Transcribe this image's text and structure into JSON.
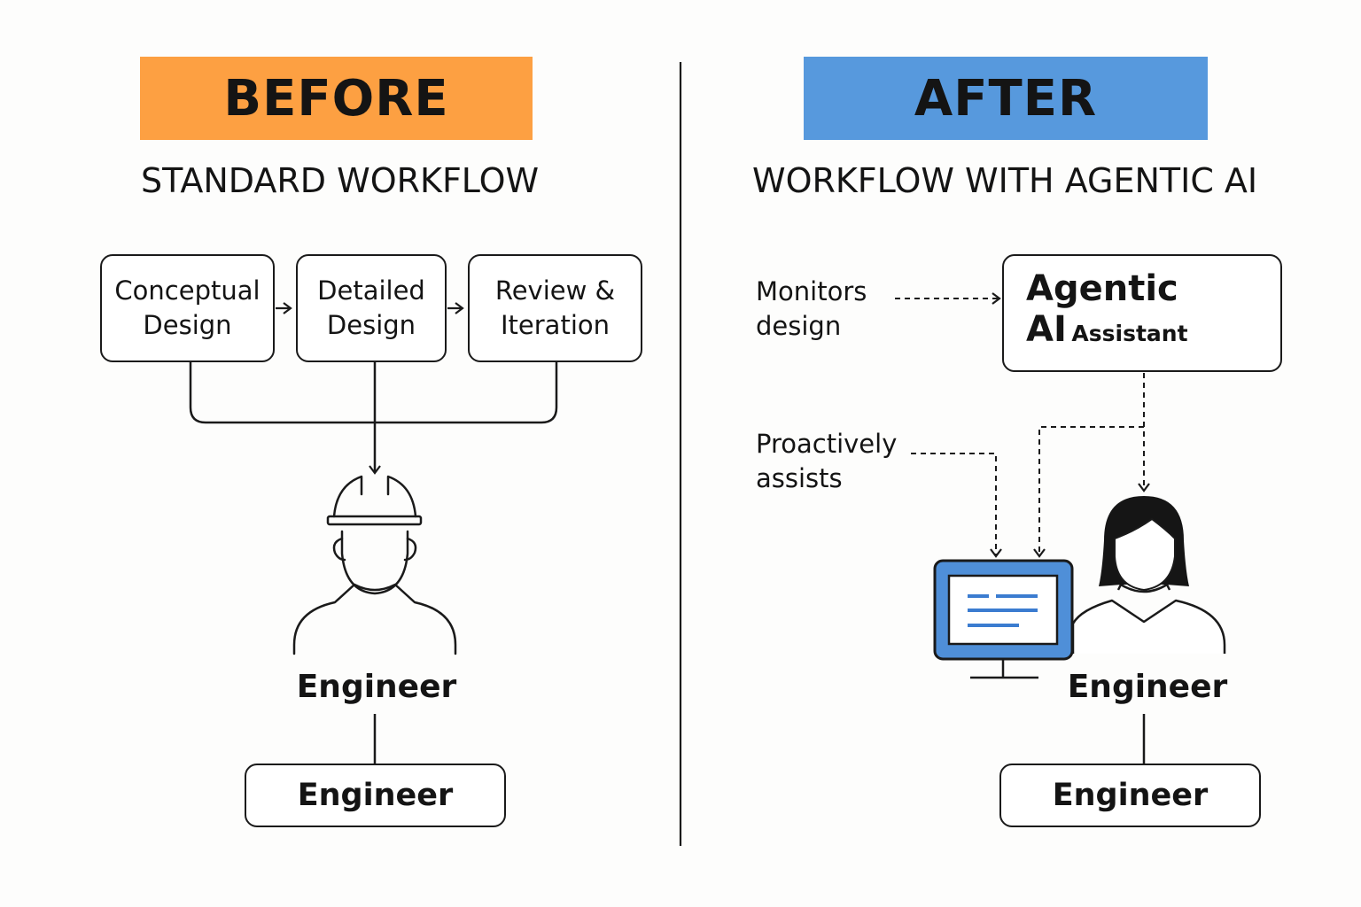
{
  "before": {
    "banner": "BEFORE",
    "subtitle": "STANDARD WORKFLOW",
    "steps": [
      {
        "label": "Conceptual\nDesign"
      },
      {
        "label": "Detailed\nDesign"
      },
      {
        "label": "Review &\nIteration"
      }
    ],
    "engineer_label": "Engineer",
    "engineer_box": "Engineer"
  },
  "after": {
    "banner": "AFTER",
    "subtitle": "WORKFLOW WITH AGENTIC AI",
    "monitors_note": "Monitors\ndesign",
    "proactive_note": "Proactively\nassists",
    "agent": {
      "line1": "Agentic",
      "line2a": "AI",
      "line2b": "Assistant"
    },
    "engineer_label": "Engineer",
    "engineer_box": "Engineer"
  },
  "colors": {
    "before_banner": "#fda042",
    "after_banner": "#5799dd",
    "ink": "#1a1a1a",
    "monitor_blue": "#4f8fd8",
    "text_lines": "#3b7cd0"
  },
  "icons": {
    "before_person": "hardhat-engineer-icon",
    "after_person": "woman-engineer-icon",
    "agent_icon": "smiling-monitor-icon",
    "workstation": "computer-monitor-icon"
  }
}
